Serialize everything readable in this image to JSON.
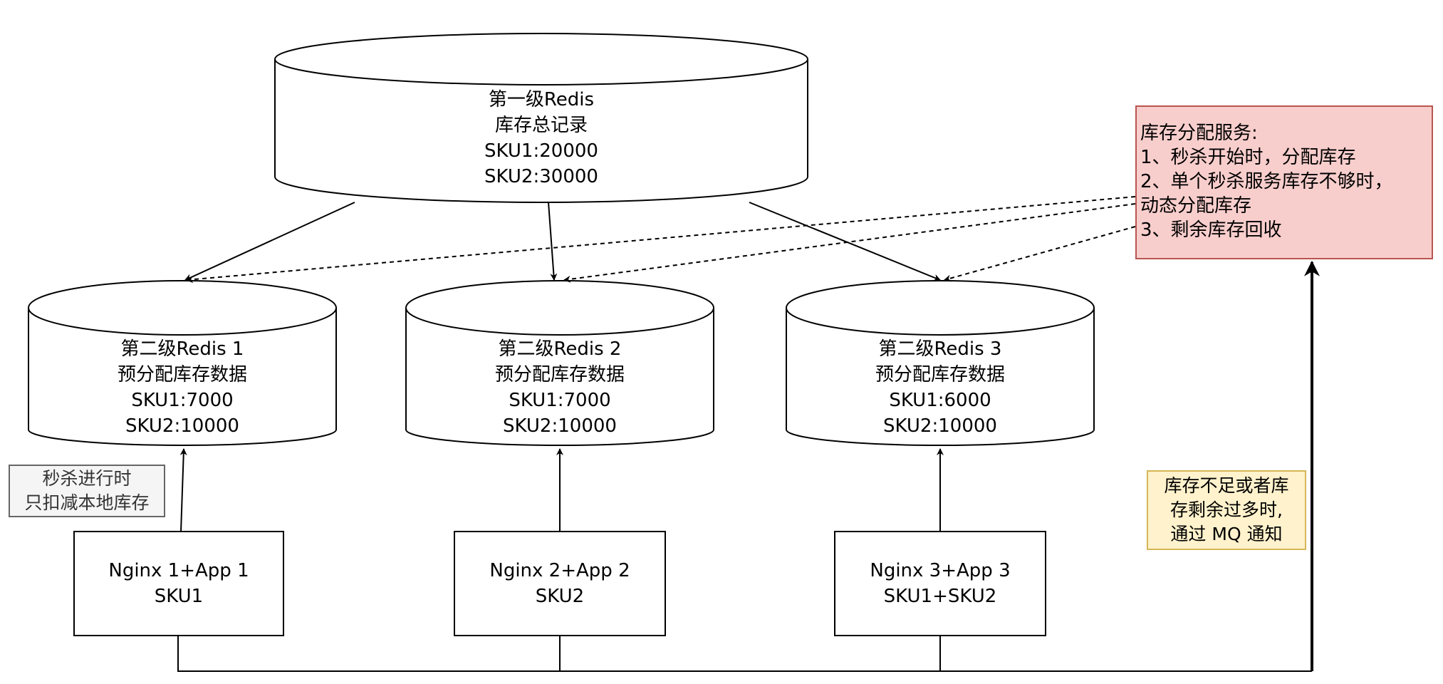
{
  "top_redis": {
    "lines": [
      "第一级Redis",
      "库存总记录",
      "SKU1:20000",
      "SKU2:30000"
    ]
  },
  "redis_nodes": [
    {
      "lines": [
        "第二级Redis 1",
        "预分配库存数据",
        "SKU1:7000",
        "SKU2:10000"
      ]
    },
    {
      "lines": [
        "第二级Redis 2",
        "预分配库存数据",
        "SKU1:7000",
        "SKU2:10000"
      ]
    },
    {
      "lines": [
        "第二级Redis 3",
        "预分配库存数据",
        "SKU1:6000",
        "SKU2:10000"
      ]
    }
  ],
  "app_nodes": [
    {
      "lines": [
        "Nginx 1+App 1",
        "SKU1"
      ]
    },
    {
      "lines": [
        "Nginx 2+App 2",
        "SKU2"
      ]
    },
    {
      "lines": [
        "Nginx 3+App 3",
        "SKU1+SKU2"
      ]
    }
  ],
  "allocation_service": {
    "lines": [
      "库存分配服务:",
      "1、秒杀开始时，分配库存",
      "2、单个秒杀服务库存不够时，",
      "动态分配库存",
      "3、剩余库存回收"
    ],
    "fill": "#f8cecc",
    "stroke": "#b85450"
  },
  "seckill_note": {
    "lines": [
      "秒杀进行时",
      "只扣减本地库存"
    ]
  },
  "mq_note": {
    "lines": [
      "库存不足或者库",
      "存剩余过多时,",
      "通过 MQ 通知"
    ],
    "fill": "#fff2cc",
    "stroke": "#d6b656"
  }
}
